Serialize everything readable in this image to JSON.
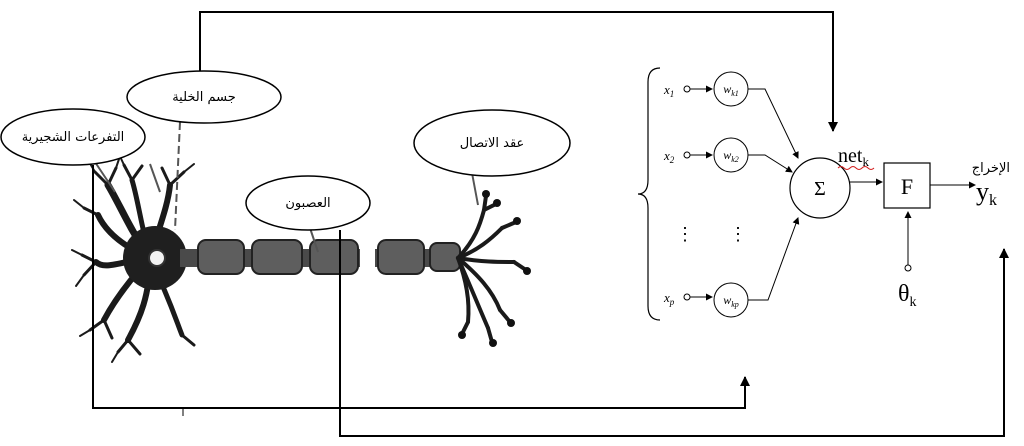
{
  "labels": {
    "cell_body": "جسم الخلية",
    "dendrites": "التفرعات الشجيرية",
    "axon": "العصبون",
    "synapse": "عقد الاتصال"
  },
  "neuron_model": {
    "inputs": [
      {
        "x_base": "x",
        "x_sub": "1",
        "w_base": "w",
        "w_sub": "k1"
      },
      {
        "x_base": "x",
        "x_sub": "2",
        "w_base": "w",
        "w_sub": "k2"
      },
      {
        "x_base": "x",
        "x_sub": "p",
        "w_base": "w",
        "w_sub": "kp"
      }
    ],
    "dots": "⋮",
    "sum_symbol": "Σ",
    "net_base": "net",
    "net_sub": "k",
    "activation": "F",
    "bias_base": "θ",
    "bias_sub": "k",
    "output_label": "الإخراج",
    "output_base": "y",
    "output_sub": "k"
  }
}
